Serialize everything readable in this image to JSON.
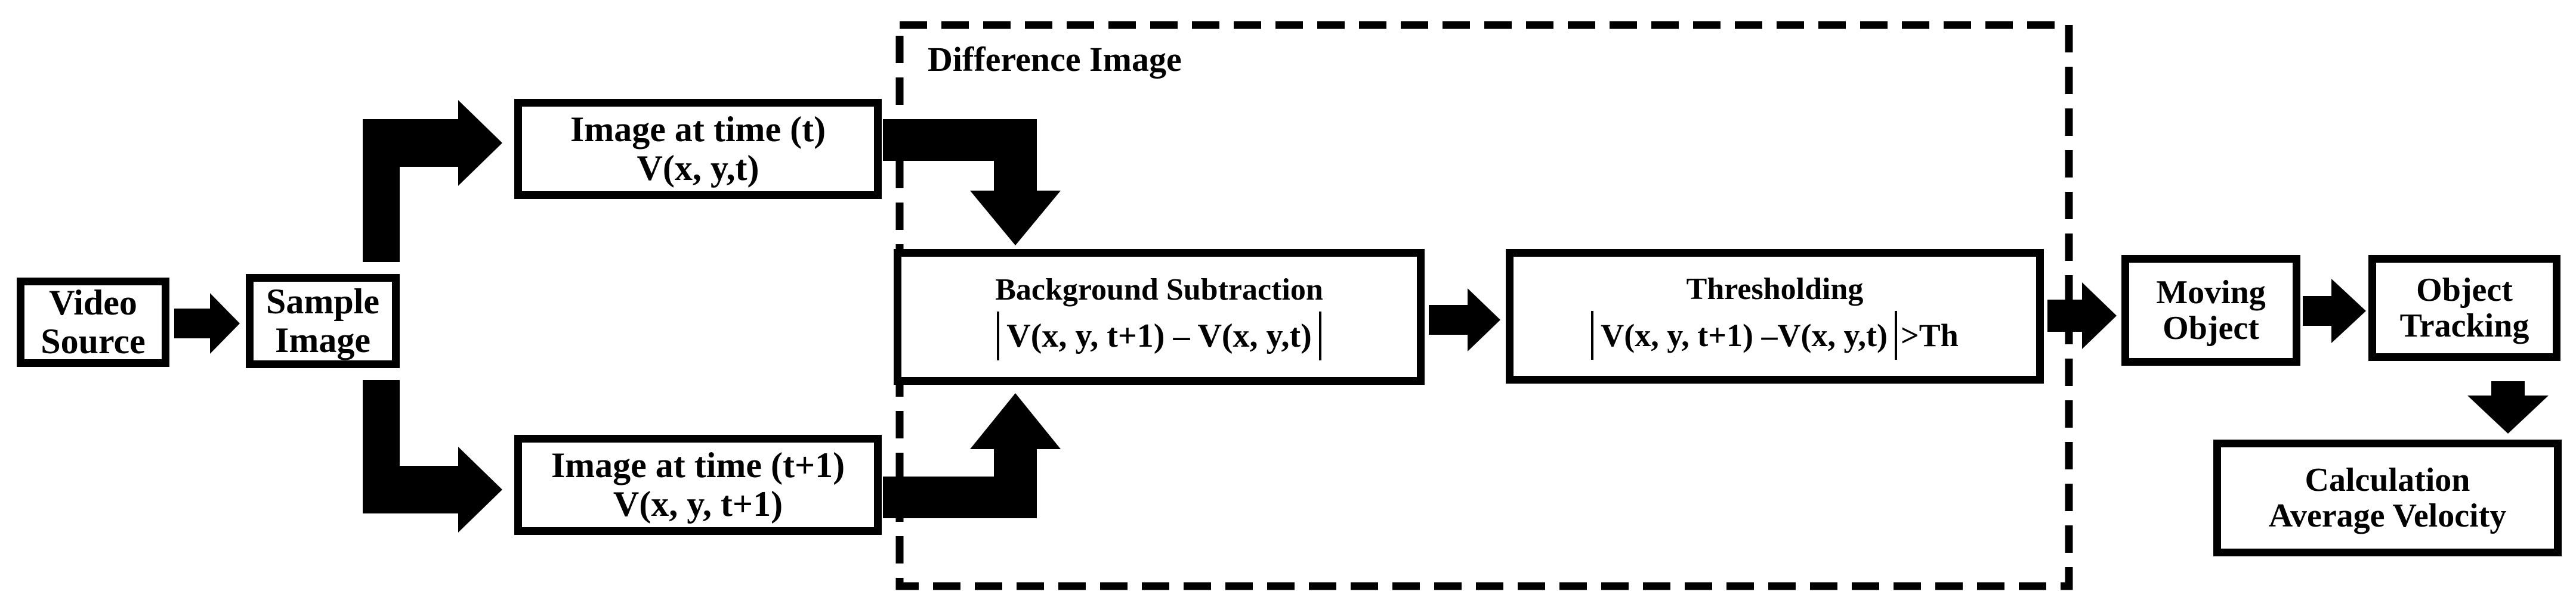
{
  "diagram": {
    "difference_region": {
      "label": "Difference Image"
    },
    "nodes": {
      "video_source": {
        "line1": "Video",
        "line2": "Source"
      },
      "sample_image": {
        "line1": "Sample",
        "line2": "Image"
      },
      "image_t": {
        "line1": "Image at time (t)",
        "line2": "V(x, y,t)"
      },
      "image_t1": {
        "line1": "Image at time (t+1)",
        "line2": "V(x, y, t+1)"
      },
      "background_subtraction": {
        "title": "Background Subtraction",
        "formula": "V(x, y, t+1) – V(x, y,t)"
      },
      "thresholding": {
        "title": "Thresholding",
        "formula": "V(x, y, t+1) –V(x, y,t)",
        "suffix": ">Th"
      },
      "moving_object": {
        "line1": "Moving",
        "line2": "Object"
      },
      "object_tracking": {
        "line1": "Object",
        "line2": "Tracking"
      },
      "calculation": {
        "line1": "Calculation",
        "line2": "Average Velocity"
      }
    },
    "colors": {
      "stroke": "#000000",
      "background": "#ffffff"
    }
  }
}
